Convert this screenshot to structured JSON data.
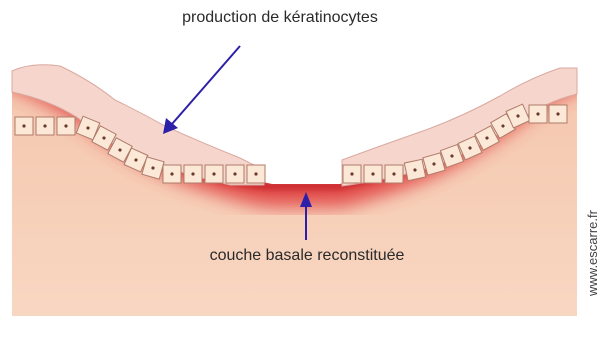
{
  "labels": {
    "top": "production de kératinocytes",
    "bottom": "couche basale reconstituée"
  },
  "watermark": "www.escarre.fr",
  "colors": {
    "skin": "#f7cdb4",
    "basal_red": "#de3a3a",
    "epidermis": "#f6d8cf",
    "cell_fill": "#fbe8d6",
    "cell_stroke": "#b07a6a",
    "arrow": "#2c1fa8"
  }
}
